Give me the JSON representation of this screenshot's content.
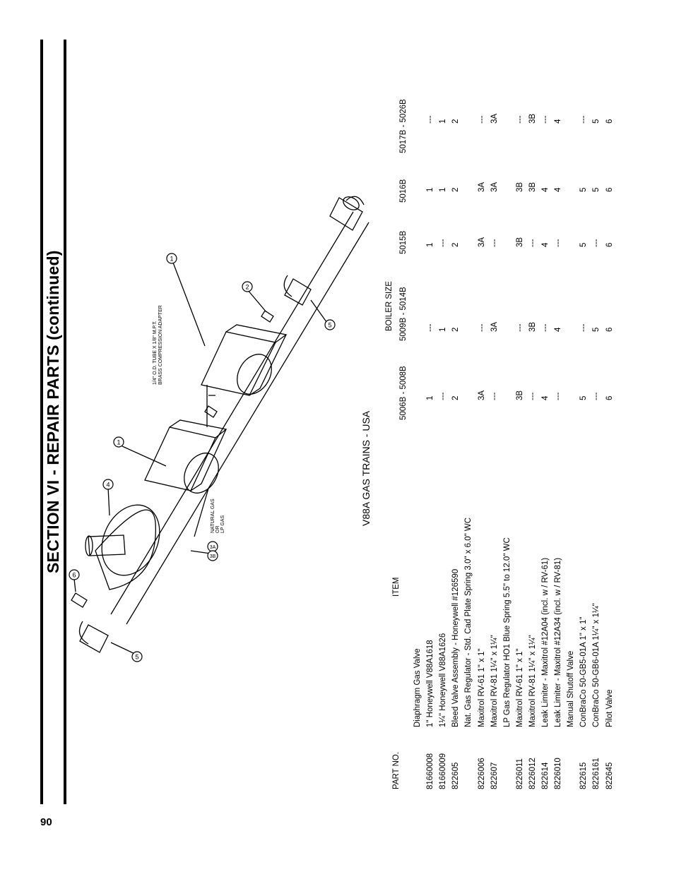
{
  "page": {
    "number": "90",
    "section_title": "SECTION VI - REPAIR PARTS (continued)"
  },
  "diagram": {
    "callouts": [
      "1",
      "1",
      "2",
      "4",
      "5",
      "5",
      "6"
    ],
    "adapter_line1": "1/4\" O.D. TUBE X 1/8\" M.P.T.",
    "adapter_line2": "BRASS COMPRESSION ADAPTER",
    "gas_3a": "3A",
    "gas_3b": "3B",
    "gas_natural": "NATURAL GAS",
    "gas_or": "OR",
    "gas_lp": "LP GAS"
  },
  "table": {
    "title": "V88A GAS TRAINS - USA",
    "header_part": "PART NO.",
    "header_item": "ITEM",
    "header_boiler": "BOILER SIZE",
    "size_columns": [
      "5006B - 5008B",
      "5009B - 5014B",
      "5015B",
      "5016B",
      "5017B - 5026B"
    ],
    "rows": [
      {
        "part": "",
        "item": "Diaphragm Gas Valve",
        "v": [
          "",
          "",
          "",
          "",
          ""
        ]
      },
      {
        "part": "81660008",
        "item": "1\" Honeywell V88A1618",
        "v": [
          "1",
          "---",
          "1",
          "1",
          "---"
        ]
      },
      {
        "part": "81660009",
        "item": "1¼\" Honeywell V88A1626",
        "v": [
          "---",
          "1",
          "---",
          "1",
          "1"
        ]
      },
      {
        "part": "822605",
        "item": "Bleed Valve Assembly - Honeywell #126590",
        "v": [
          "2",
          "2",
          "2",
          "2",
          "2"
        ]
      },
      {
        "part": "",
        "item": "Nat. Gas Regulator - Std. Cad Plate Spring 3.0\" x 6.0\" WC",
        "v": [
          "",
          "",
          "",
          "",
          ""
        ]
      },
      {
        "part": "8226006",
        "item": "Maxitrol RV-61  1\" x 1\"",
        "v": [
          "3A",
          "---",
          "3A",
          "3A",
          "---"
        ]
      },
      {
        "part": "822607",
        "item": "Maxitrol RV-81  1¼\" x 1¼\"",
        "v": [
          "---",
          "3A",
          "---",
          "3A",
          "3A"
        ]
      },
      {
        "part": "",
        "item": "LP Gas Regulator HO1 Blue Spring 5.5\" to 12.0\" WC",
        "v": [
          "",
          "",
          "",
          "",
          ""
        ]
      },
      {
        "part": "8226011",
        "item": "Maxitrol RV-61  1\" x 1\"",
        "v": [
          "3B",
          "---",
          "3B",
          "3B",
          "---"
        ]
      },
      {
        "part": "8226012",
        "item": "Maxitrol RV-81  1¼\" x 1¼\"",
        "v": [
          "---",
          "3B",
          "---",
          "3B",
          "3B"
        ]
      },
      {
        "part": "822614",
        "item": "Leak Limiter - Maxitrol #12A04 (incl. w / RV-61)",
        "v": [
          "4",
          "---",
          "4",
          "4",
          "---"
        ]
      },
      {
        "part": "8226010",
        "item": "Leak Limiter - Maxitrol #12A34 (incl. w / RV-81)",
        "v": [
          "---",
          "4",
          "---",
          "4",
          "4"
        ]
      },
      {
        "part": "",
        "item": "Manual Shutoff Valve",
        "v": [
          "",
          "",
          "",
          "",
          ""
        ]
      },
      {
        "part": "822615",
        "item": "ConBraCo 50-GB5-01A  1\" x 1\"",
        "v": [
          "5",
          "---",
          "5",
          "5",
          "---"
        ]
      },
      {
        "part": "8226161",
        "item": "ConBraCo 50-GB6-01A  1¼\" x 1¼\"",
        "v": [
          "---",
          "5",
          "---",
          "5",
          "5"
        ]
      },
      {
        "part": "822645",
        "item": "Pilot Valve",
        "v": [
          "6",
          "6",
          "6",
          "6",
          "6"
        ]
      }
    ]
  }
}
